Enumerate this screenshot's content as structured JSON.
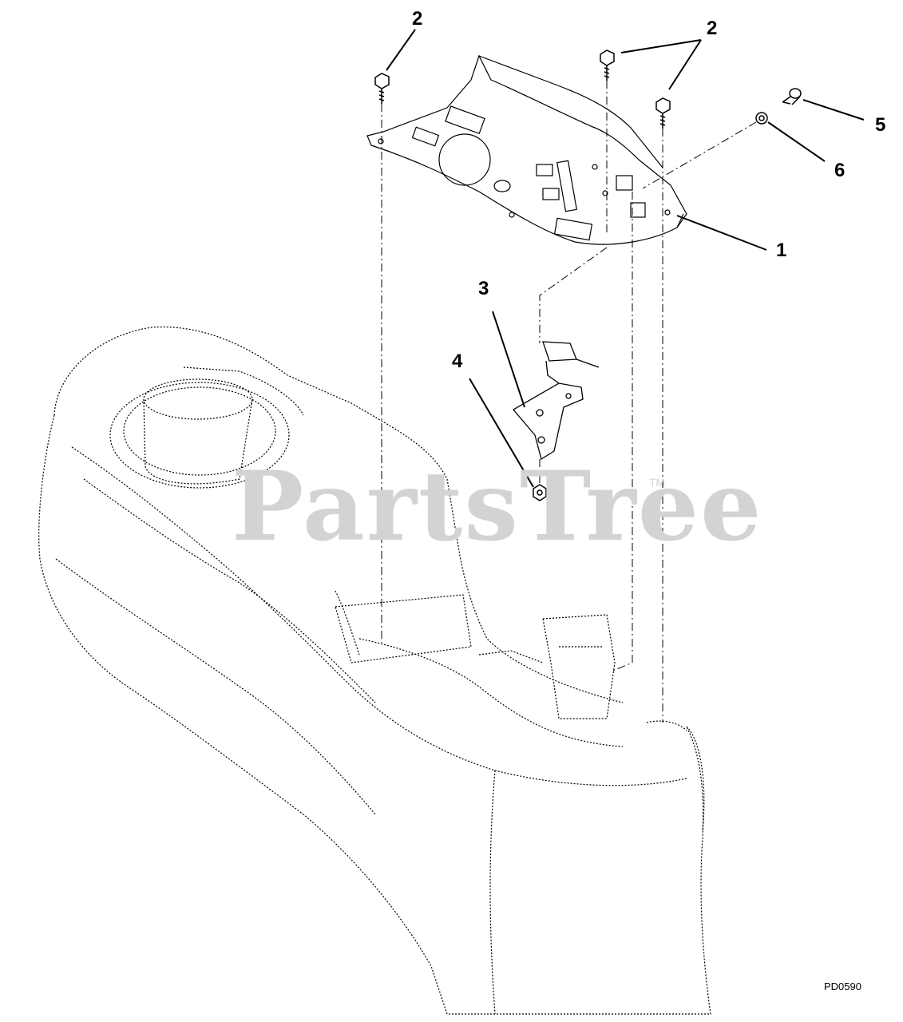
{
  "diagram": {
    "callouts": [
      {
        "id": "c2a",
        "label": "2"
      },
      {
        "id": "c2b",
        "label": "2"
      },
      {
        "id": "c5",
        "label": "5"
      },
      {
        "id": "c6",
        "label": "6"
      },
      {
        "id": "c1",
        "label": "1"
      },
      {
        "id": "c3",
        "label": "3"
      },
      {
        "id": "c4",
        "label": "4"
      }
    ],
    "watermark": "PartsTree",
    "trademark": "TM",
    "drawing_code": "PD0590"
  },
  "colors": {
    "line": "#000000",
    "watermark": "#d3d3d3",
    "background": "#ffffff"
  }
}
